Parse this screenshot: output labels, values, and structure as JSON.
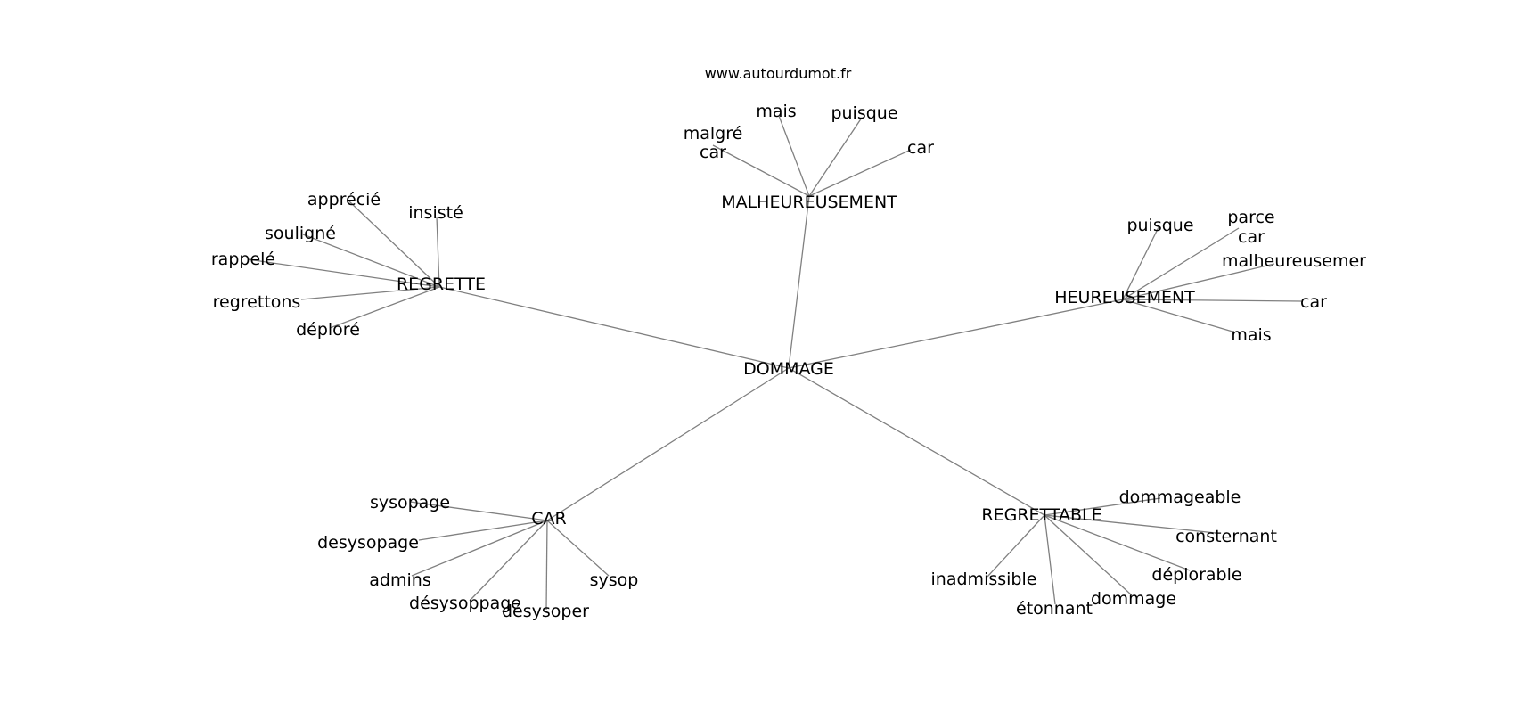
{
  "source_label": "www.autourdumot.fr",
  "root": {
    "id": "DOMMAGE",
    "text": "DOMMAGE"
  },
  "hubs": [
    {
      "id": "MALHEUREUSEMENT",
      "text": "MALHEUREUSEMENT",
      "leaves": [
        "malgré car",
        "mais",
        "puisque",
        "car"
      ]
    },
    {
      "id": "REGRETTE",
      "text": "REGRETTE",
      "leaves": [
        "apprécié",
        "insisté",
        "souligné",
        "rappelé",
        "regrettons",
        "déploré"
      ]
    },
    {
      "id": "HEUREUSEMENT",
      "text": "HEUREUSEMENT",
      "leaves": [
        "puisque",
        "parce car",
        "malheureusemer",
        "car",
        "mais"
      ]
    },
    {
      "id": "CAR",
      "text": "CAR",
      "leaves": [
        "sysopage",
        "desysopage",
        "admins",
        "désysoppage",
        "désysoper",
        "sysop"
      ]
    },
    {
      "id": "REGRETTABLE",
      "text": "REGRETTABLE",
      "leaves": [
        "dommageable",
        "consternant",
        "déplorable",
        "dommage",
        "étonnant",
        "inadmissible"
      ]
    }
  ]
}
